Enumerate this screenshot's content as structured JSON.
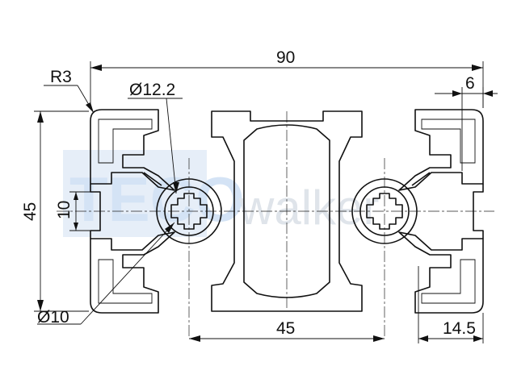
{
  "watermark": {
    "brand_blue": "TECO",
    "brand_gray": "walker"
  },
  "dimensions": {
    "overall_width": "90",
    "overall_height": "45",
    "slot_width": "10",
    "center_spacing": "45",
    "slot_offset": "6",
    "edge_to_center": "14.5",
    "corner_radius": "R3",
    "bore_large": "Ø12.2",
    "bore_small": "Ø10"
  },
  "colors": {
    "line": "#111111",
    "watermark_blue": "#d4e3f5",
    "watermark_gray": "#dfe4ea"
  }
}
